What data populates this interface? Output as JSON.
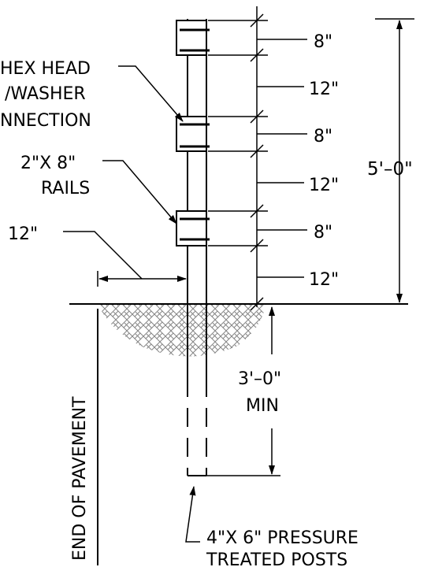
{
  "callouts": {
    "hex_head_line1": "HEX HEAD",
    "hex_head_line2": "/WASHER",
    "hex_head_line3": "NNECTION",
    "rails_line1": "2\"X 8\"",
    "rails_line2": "RAILS",
    "offset": "12\"",
    "posts_line1": "4\"X 6\" PRESSURE",
    "posts_line2": "TREATED POSTS",
    "pavement": "END OF PAVEMENT"
  },
  "spacing": [
    "8\"",
    "12\"",
    "8\"",
    "12\"",
    "8\"",
    "12\""
  ],
  "dimensions": {
    "height": "5'–0\"",
    "embed_line1": "3'–0\"",
    "embed_line2": "MIN"
  },
  "colors": {
    "line": "#000000",
    "hatch": "#777777"
  }
}
